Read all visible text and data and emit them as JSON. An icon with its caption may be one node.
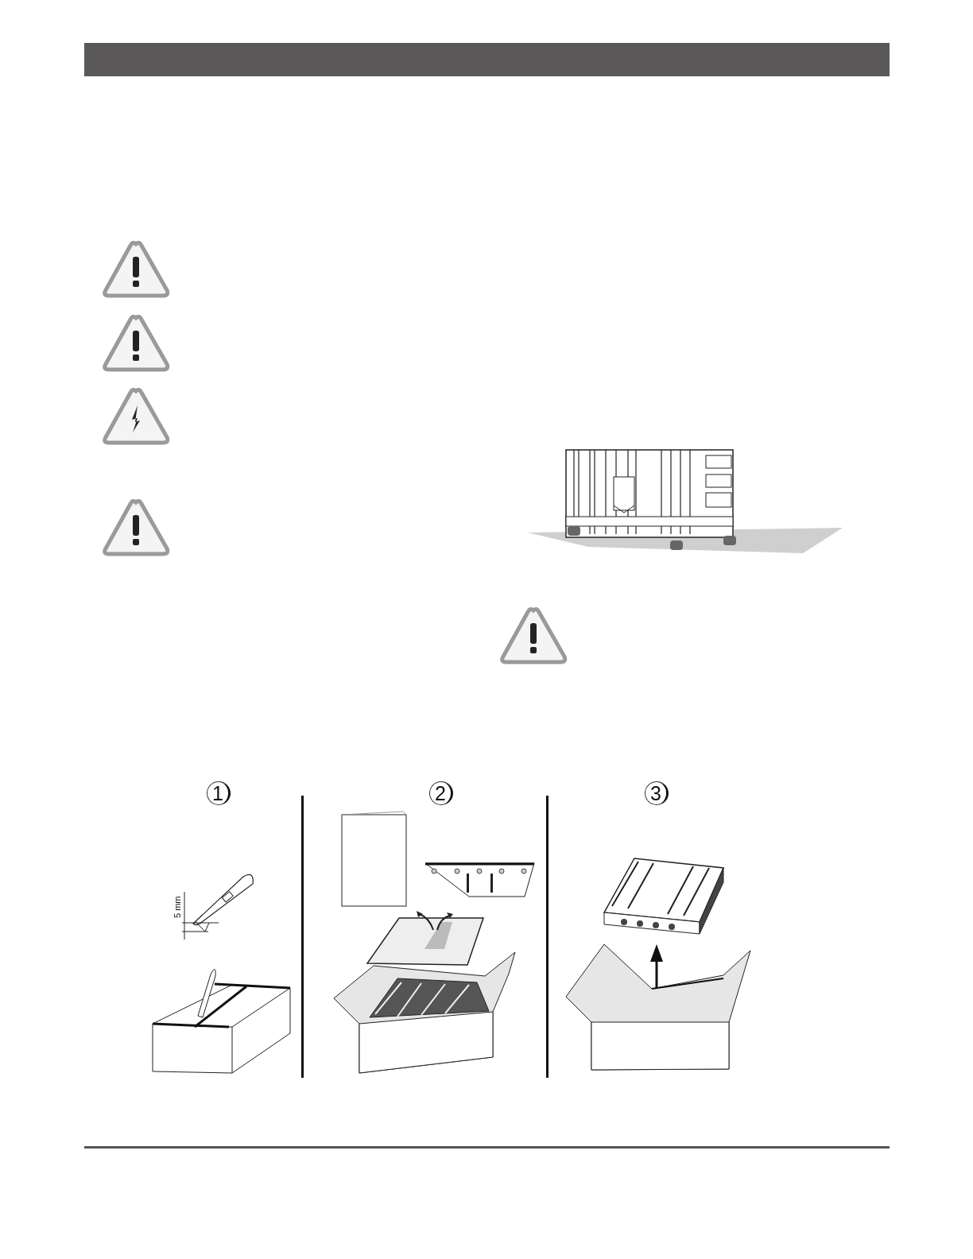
{
  "diagram": {
    "nodes": [
      {
        "text": [
          "1"
        ]
      },
      {
        "text": [
          "2"
        ]
      },
      {
        "text": [
          "3"
        ]
      }
    ],
    "labels": [
      "5 mm"
    ]
  }
}
